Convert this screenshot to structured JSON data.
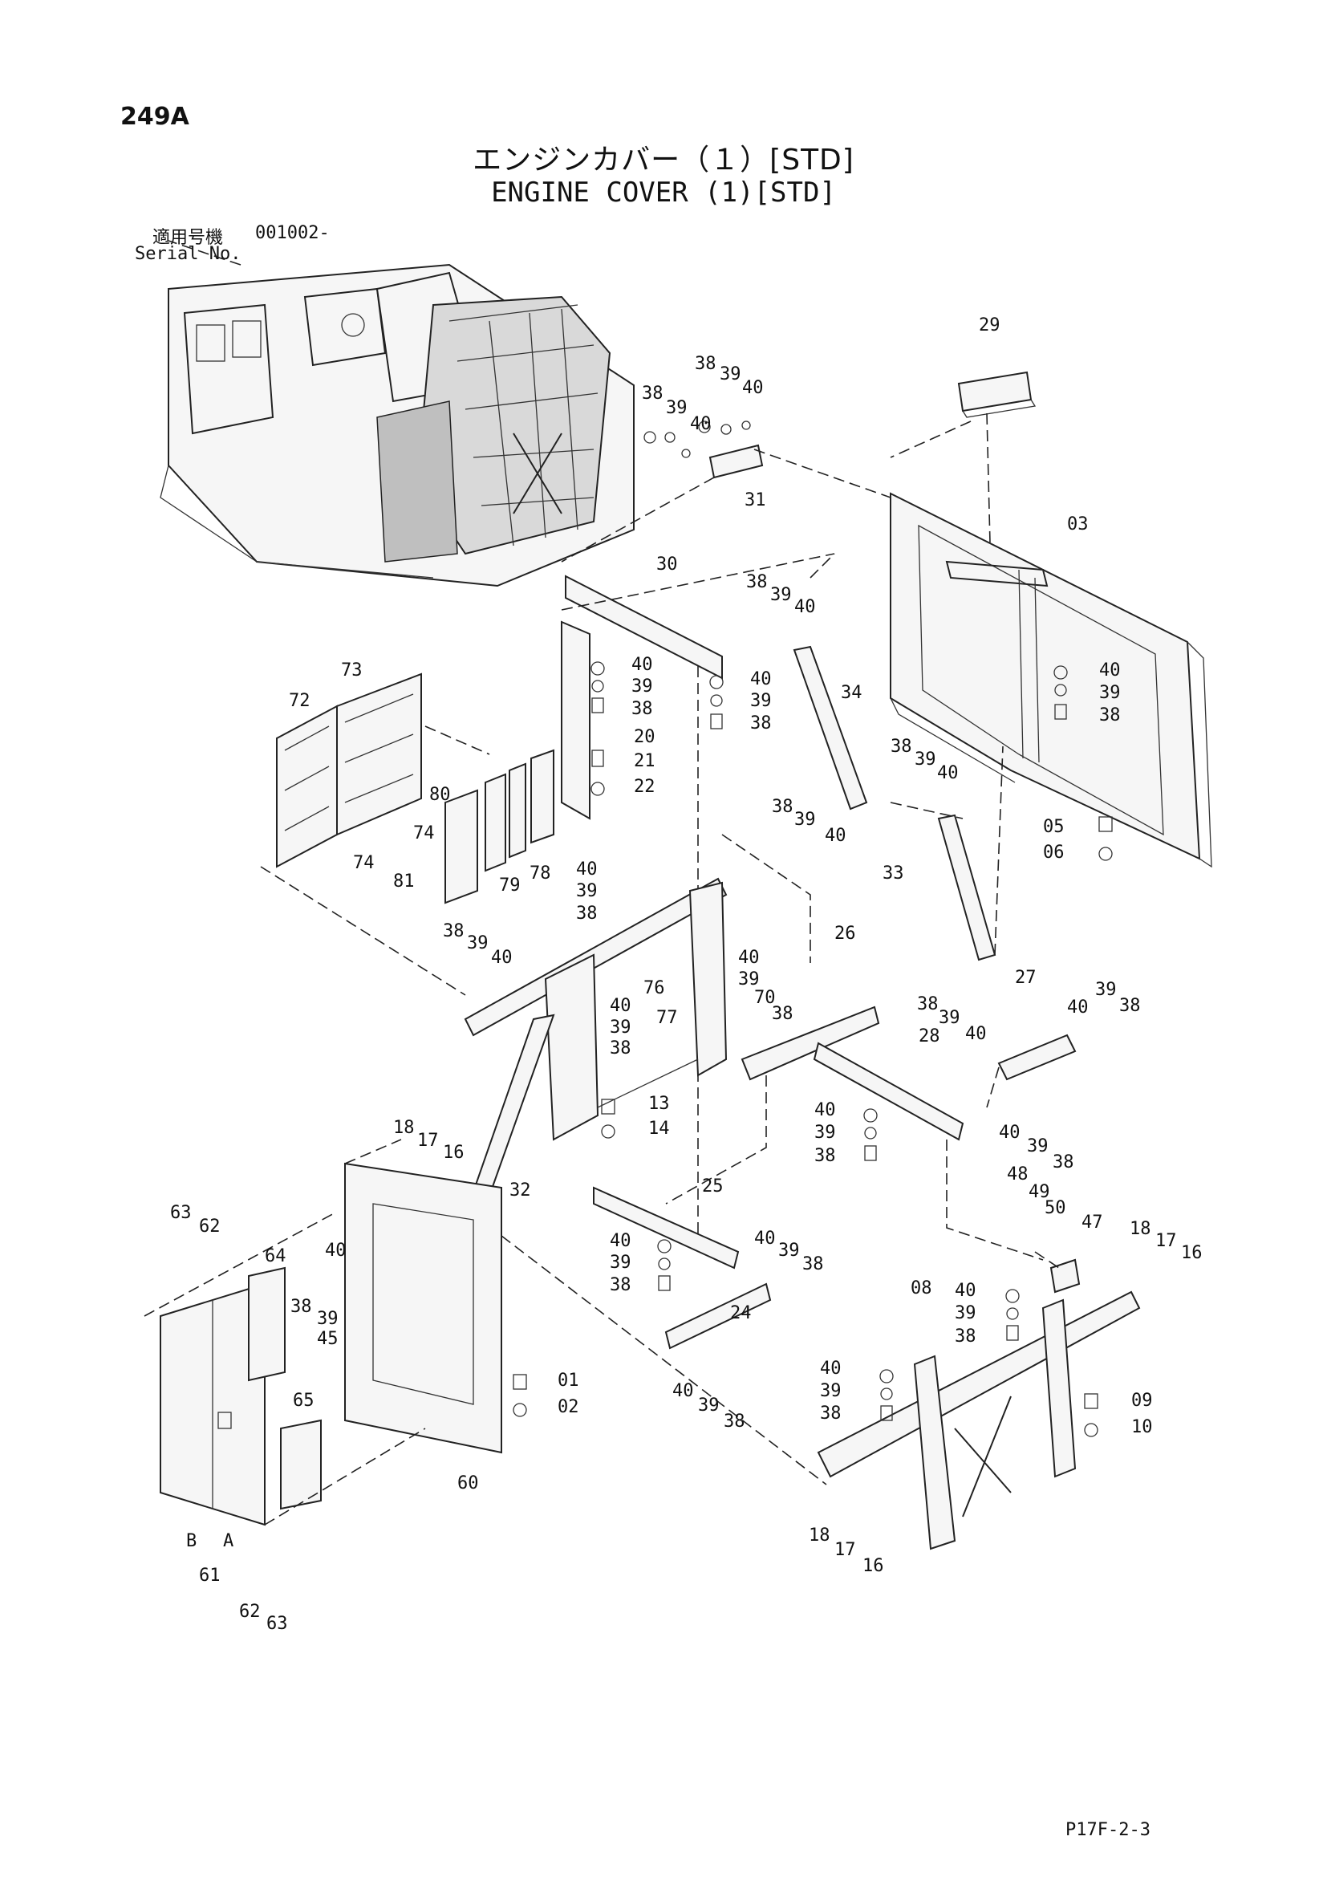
{
  "page_code": "249A",
  "title_jp": "エンジンカバー（１）[STD]",
  "title_en": "ENGINE COVER (1)[STD]",
  "serial_label_jp": "適用号機",
  "serial_value": "001002-",
  "serial_label_en": "Serial No.",
  "page_ref": "P17F-2-3",
  "callouts": {
    "c29": "29",
    "c03": "03",
    "c31": "31",
    "c30": "30",
    "c34": "34",
    "c33": "33",
    "c20": "20",
    "c21": "21",
    "c22": "22",
    "c72": "72",
    "c73": "73",
    "c80": "80",
    "c74a": "74",
    "c74b": "74",
    "c81": "81",
    "c79": "79",
    "c78": "78",
    "c05": "05",
    "c06": "06",
    "c26": "26",
    "c27": "27",
    "c28": "28",
    "c76": "76",
    "c77": "77",
    "c70": "70",
    "c13": "13",
    "c14": "14",
    "c32": "32",
    "c25": "25",
    "c24": "24",
    "c60": "60",
    "c01": "01",
    "c02": "02",
    "c64": "64",
    "c65": "65",
    "c45": "45",
    "c61": "61",
    "c61a": "A",
    "c61b": "B",
    "c47": "47",
    "c48": "48",
    "c49": "49",
    "c50": "50",
    "c08": "08",
    "c09": "09",
    "c10": "10",
    "bolt38": "38",
    "bolt39": "39",
    "bolt40": "40",
    "bolt16": "16",
    "bolt17": "17",
    "bolt18": "18",
    "bolt62": "62",
    "bolt63": "63"
  }
}
